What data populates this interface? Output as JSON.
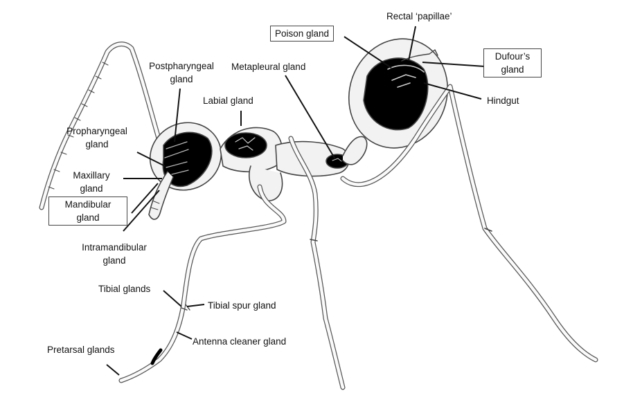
{
  "colors": {
    "outline": "#444444",
    "body_fill": "#f2f2f2",
    "gland_fill": "#000000",
    "background": "#ffffff"
  },
  "labels": {
    "rectal_papillae": "Rectal ‘papillae’",
    "poison_gland": "Poison gland",
    "dufours_gland_1": "Dufour’s",
    "dufours_gland_2": "gland",
    "hindgut": "Hindgut",
    "postpharyngeal_1": "Postpharyngeal",
    "postpharyngeal_2": "gland",
    "metapleural_gland": "Metapleural gland",
    "labial_gland": "Labial gland",
    "propharyngeal_1": "Propharyngeal",
    "propharyngeal_2": "gland",
    "maxillary_1": "Maxillary",
    "maxillary_2": "gland",
    "mandibular_1": "Mandibular",
    "mandibular_2": "gland",
    "intramandibular_1": "Intramandibular",
    "intramandibular_2": "gland",
    "tibial_glands": "Tibial glands",
    "tibial_spur_gland": "Tibial spur gland",
    "antenna_cleaner_gland": "Antenna cleaner gland",
    "pretarsal_glands": "Pretarsal glands"
  }
}
